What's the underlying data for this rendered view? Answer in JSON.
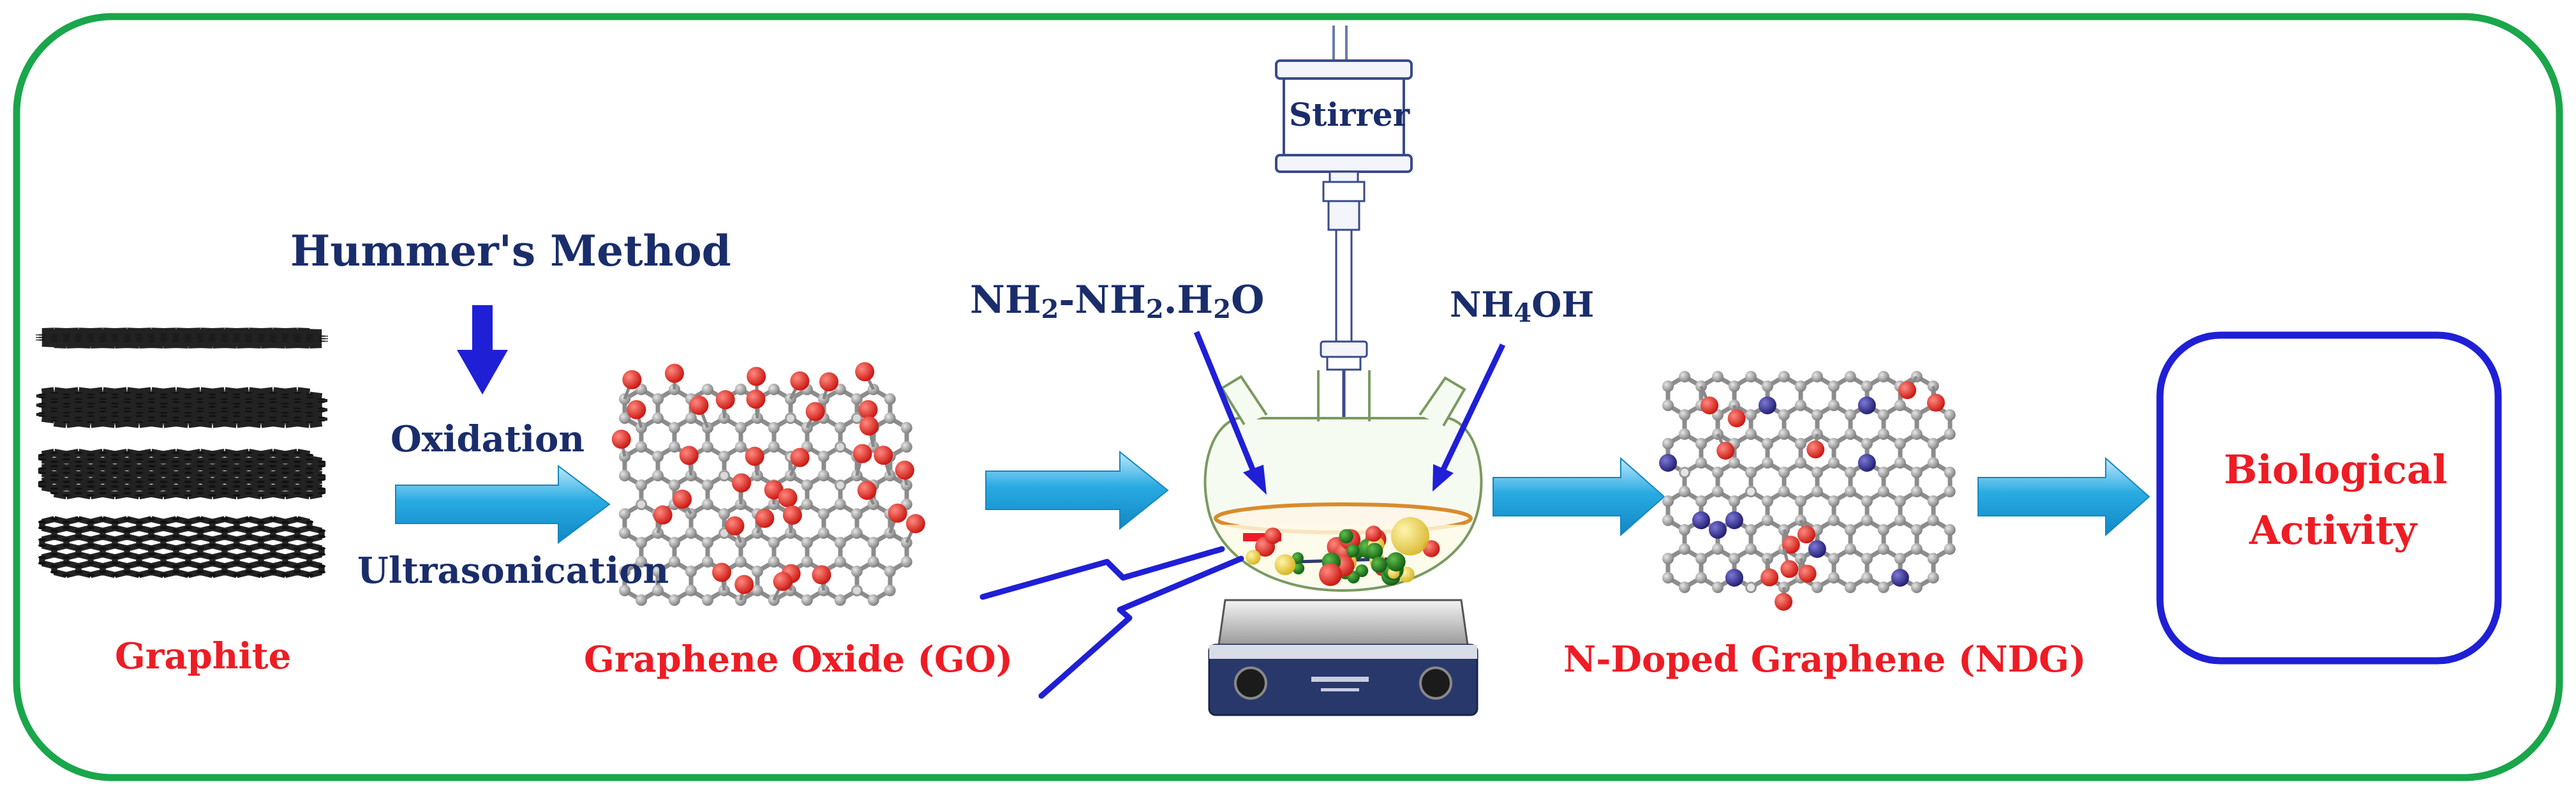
{
  "labels": {
    "hummers_method": "Hummer's Method",
    "oxidation": "Oxidation",
    "ultrasonication": "Ultrasonication",
    "graphite": "Graphite",
    "graphene_oxide": "Graphene Oxide (GO)",
    "stirrer": "Stirrer",
    "hydrazine": {
      "a": "NH",
      "a_sub": "2",
      "b": "-NH",
      "b_sub": "2",
      "c": ".H",
      "c_sub": "2",
      "d": "O"
    },
    "ammonia": {
      "a": "NH",
      "a_sub": "4",
      "b": "OH"
    },
    "ndg": "N-Doped Graphene (NDG)",
    "bio_line1": "Biological",
    "bio_line2": "Activity"
  },
  "colors": {
    "frame": "#1aa64b",
    "navy": "#1a2d6b",
    "red": "#ee1c24",
    "arrow": "#29abe2",
    "down_arrow": "#1f1fd6",
    "bio_box": "#1f1fd6",
    "carbon": "#9a9a9a",
    "oxygen": "#e0201a",
    "nitrogen": "#2e2a8c"
  },
  "icons": {
    "graphite": "graphite-layers-icon",
    "go": "graphene-oxide-sheet-icon",
    "ndg": "n-doped-graphene-sheet-icon",
    "stirrer": "stirrer-motor-icon",
    "flask": "round-bottom-flask-icon",
    "hotplate": "hotplate-stirrer-icon"
  }
}
